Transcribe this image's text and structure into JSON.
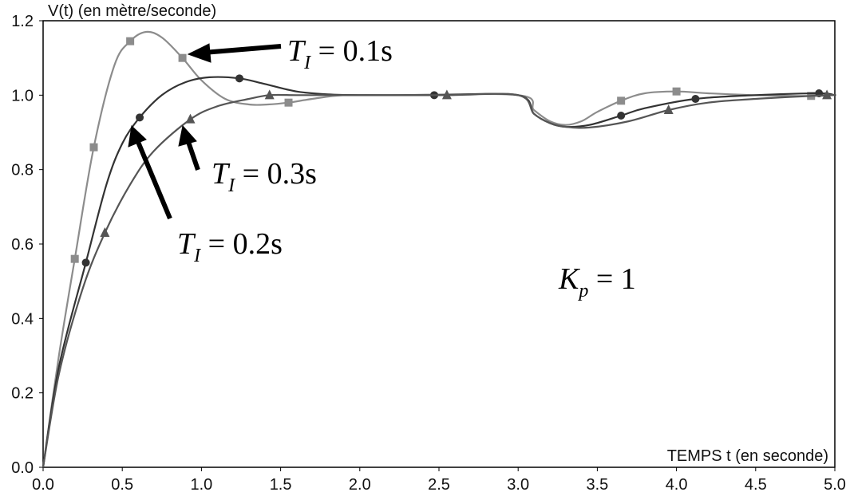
{
  "chart_data": {
    "type": "line",
    "ylabel": "V(t) (en mètre/seconde)",
    "xlabel": "TEMPS t (en seconde)",
    "xlim": [
      0,
      5
    ],
    "ylim": [
      0,
      1.2
    ],
    "xticks": [
      "0.0",
      "0.5",
      "1.0",
      "1.5",
      "2.0",
      "2.5",
      "3.0",
      "3.5",
      "4.0",
      "4.5",
      "5.0"
    ],
    "yticks": [
      "0.0",
      "0.2",
      "0.4",
      "0.6",
      "0.8",
      "1.0",
      "1.2"
    ],
    "grid": false,
    "series": [
      {
        "name": "T_I = 0.1s",
        "color": "#8c8c8c",
        "marker": "square",
        "x": [
          0,
          0.1,
          0.2,
          0.32,
          0.45,
          0.55,
          0.65,
          0.75,
          0.88,
          1.0,
          1.15,
          1.3,
          1.42,
          1.55,
          1.7,
          1.9,
          2.2,
          3.0,
          3.1,
          3.2,
          3.3,
          3.4,
          3.5,
          3.65,
          3.8,
          4.0,
          4.2,
          4.5,
          4.85,
          5.0
        ],
        "y": [
          0,
          0.3,
          0.56,
          0.86,
          1.08,
          1.145,
          1.17,
          1.155,
          1.1,
          1.04,
          0.99,
          0.975,
          0.975,
          0.98,
          0.99,
          1.0,
          1.0,
          1.0,
          0.96,
          0.93,
          0.92,
          0.93,
          0.955,
          0.985,
          1.005,
          1.01,
          1.005,
          1.0,
          0.998,
          1.0
        ],
        "markers_x": [
          0.2,
          0.32,
          0.55,
          0.88,
          1.55,
          3.65,
          4.0,
          4.85
        ],
        "markers_y": [
          0.56,
          0.86,
          1.145,
          1.1,
          0.98,
          0.985,
          1.01,
          0.998
        ]
      },
      {
        "name": "T_I = 0.2s",
        "color": "#333333",
        "marker": "circle",
        "x": [
          0,
          0.1,
          0.27,
          0.4,
          0.5,
          0.61,
          0.75,
          0.9,
          1.05,
          1.24,
          1.4,
          1.6,
          1.8,
          2.0,
          2.47,
          3.0,
          3.1,
          3.2,
          3.3,
          3.45,
          3.65,
          3.8,
          4.12,
          4.5,
          4.9,
          5.0
        ],
        "y": [
          0,
          0.27,
          0.55,
          0.76,
          0.87,
          0.94,
          1.0,
          1.035,
          1.048,
          1.045,
          1.03,
          1.01,
          1.002,
          1.0,
          1.0,
          1.0,
          0.95,
          0.925,
          0.915,
          0.92,
          0.945,
          0.965,
          0.99,
          1.0,
          1.005,
          1.0
        ],
        "markers_x": [
          0.27,
          0.61,
          1.24,
          2.47,
          3.65,
          4.12,
          4.9
        ],
        "markers_y": [
          0.55,
          0.94,
          1.045,
          1.0,
          0.945,
          0.99,
          1.005
        ]
      },
      {
        "name": "T_I = 0.3s",
        "color": "#555555",
        "marker": "triangle",
        "x": [
          0,
          0.1,
          0.25,
          0.39,
          0.55,
          0.7,
          0.93,
          1.1,
          1.3,
          1.43,
          1.6,
          1.8,
          2.0,
          2.55,
          3.0,
          3.1,
          3.2,
          3.3,
          3.45,
          3.7,
          3.95,
          4.2,
          4.5,
          4.95,
          5.0
        ],
        "y": [
          0,
          0.25,
          0.48,
          0.63,
          0.76,
          0.85,
          0.935,
          0.97,
          0.99,
          1.0,
          1.0,
          1.0,
          1.0,
          1.0,
          1.0,
          0.95,
          0.925,
          0.915,
          0.913,
          0.93,
          0.96,
          0.98,
          0.99,
          1.0,
          1.0
        ],
        "markers_x": [
          0.39,
          0.93,
          1.43,
          2.55,
          3.95,
          4.95
        ],
        "markers_y": [
          0.63,
          0.935,
          1.0,
          1.0,
          0.96,
          1.0
        ]
      }
    ],
    "annotations": {
      "ti01": {
        "T": "T",
        "sub": "I",
        "rest": " = 0.1s"
      },
      "ti03": {
        "T": "T",
        "sub": "I",
        "rest": " = 0.3s"
      },
      "ti02": {
        "T": "T",
        "sub": "I",
        "rest": " = 0.2s"
      },
      "kp": {
        "K": "K",
        "sub": "p",
        "rest": " = 1"
      }
    }
  }
}
